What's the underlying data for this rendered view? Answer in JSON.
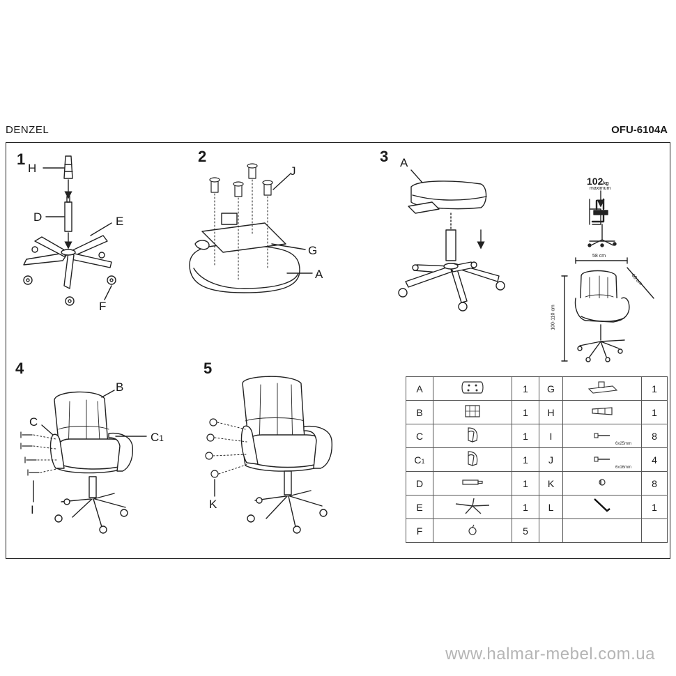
{
  "header": {
    "model_name": "DENZEL",
    "model_code": "OFU-6104A"
  },
  "steps": {
    "s1": {
      "num": "1",
      "labels": {
        "H": "H",
        "D": "D",
        "E": "E",
        "F": "F"
      }
    },
    "s2": {
      "num": "2",
      "labels": {
        "J": "J",
        "G": "G",
        "A": "A"
      }
    },
    "s3": {
      "num": "3",
      "labels": {
        "A": "A"
      }
    },
    "s4": {
      "num": "4",
      "labels": {
        "B": "B",
        "C": "C",
        "C1": "C",
        "C1_sub": "1",
        "I": "I"
      }
    },
    "s5": {
      "num": "5",
      "labels": {
        "K": "K"
      }
    }
  },
  "specs": {
    "max_load_value": "102",
    "max_load_unit": "kg",
    "max_load_caption": "maximum",
    "width": "58 cm",
    "depth": "60 cm",
    "height": "100-110 cm"
  },
  "parts": [
    {
      "left": {
        "letter": "A",
        "sub": "",
        "icon": "seat-icon",
        "qty": "1",
        "dim": ""
      },
      "right": {
        "letter": "G",
        "icon": "mechanism-icon",
        "qty": "1",
        "dim": ""
      }
    },
    {
      "left": {
        "letter": "B",
        "sub": "",
        "icon": "backrest-icon",
        "qty": "1",
        "dim": ""
      },
      "right": {
        "letter": "H",
        "icon": "gas-cover-icon",
        "qty": "1",
        "dim": ""
      }
    },
    {
      "left": {
        "letter": "C",
        "sub": "",
        "icon": "armrest-icon",
        "qty": "1",
        "dim": ""
      },
      "right": {
        "letter": "I",
        "icon": "bolt-icon",
        "qty": "8",
        "dim": "6x25mm"
      }
    },
    {
      "left": {
        "letter": "C",
        "sub": "1",
        "icon": "armrest-icon",
        "qty": "1",
        "dim": ""
      },
      "right": {
        "letter": "J",
        "icon": "bolt-icon",
        "qty": "4",
        "dim": "6x16mm"
      }
    },
    {
      "left": {
        "letter": "D",
        "sub": "",
        "icon": "gas-lift-icon",
        "qty": "1",
        "dim": ""
      },
      "right": {
        "letter": "K",
        "icon": "cap-icon",
        "qty": "8",
        "dim": ""
      }
    },
    {
      "left": {
        "letter": "E",
        "sub": "",
        "icon": "base-icon",
        "qty": "1",
        "dim": ""
      },
      "right": {
        "letter": "L",
        "icon": "hex-key-icon",
        "qty": "1",
        "dim": ""
      }
    },
    {
      "left": {
        "letter": "F",
        "sub": "",
        "icon": "caster-icon",
        "qty": "5",
        "dim": ""
      },
      "right": {
        "letter": "",
        "icon": "",
        "qty": "",
        "dim": ""
      }
    }
  ],
  "footer": {
    "watermark": "www.halmar-mebel.com.ua"
  }
}
